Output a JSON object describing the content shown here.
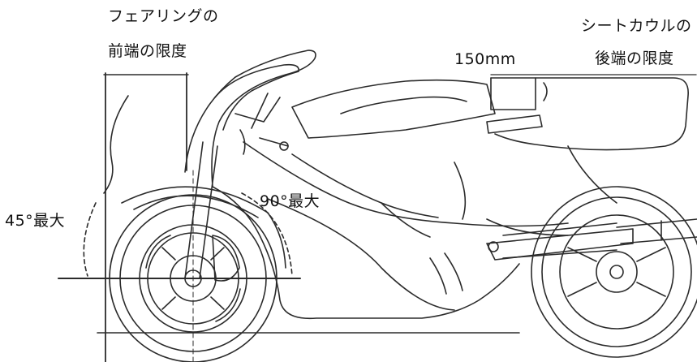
{
  "labels": {
    "fairing_line1": "フェアリングの",
    "fairing_line2": "前端の限度",
    "seat_line1": "シートカウルの",
    "seat_line2": "後端の限度",
    "dimension": "150mm",
    "angle_90": "90°最大",
    "angle_45": "45°最大"
  },
  "colors": {
    "line": "#2b2b2b",
    "text": "#111111",
    "background": "#ffffff"
  }
}
